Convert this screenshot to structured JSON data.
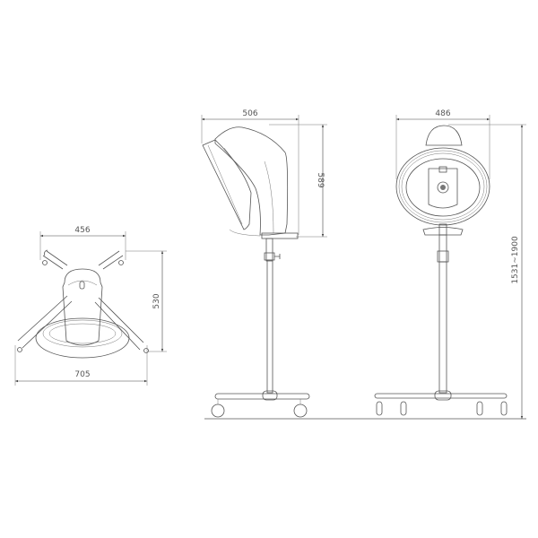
{
  "dimensions": {
    "top_view_width": "456",
    "top_view_depth": "530",
    "top_view_base_span": "705",
    "side_view_width": "506",
    "side_view_hood_height": "589",
    "front_view_width": "486",
    "overall_height_range": "1531~1900"
  }
}
